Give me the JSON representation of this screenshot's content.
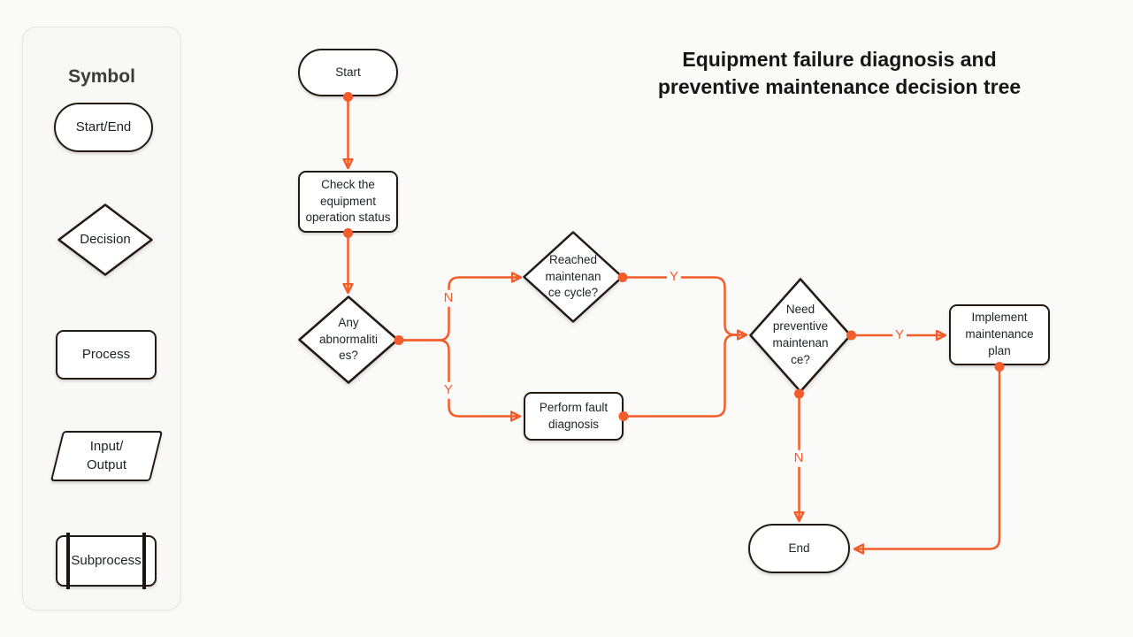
{
  "colors": {
    "accent_orange": "#f25d2b",
    "node_border": "#231a14",
    "node_fill": "#ffffff",
    "page_bg": "#fafaf9",
    "panel_bg": "#f8f8f7"
  },
  "sidebar": {
    "title": "Symbol",
    "items": [
      {
        "shape": "stadium",
        "label": "Start/End"
      },
      {
        "shape": "diamond",
        "label": "Decision"
      },
      {
        "shape": "rect",
        "label": "Process"
      },
      {
        "shape": "parallelogram",
        "label": "Input/\nOutput"
      },
      {
        "shape": "subprocess",
        "label": "Subprocess"
      }
    ]
  },
  "diagram": {
    "title": "Equipment failure diagnosis and\npreventive maintenance decision tree",
    "nodes": [
      {
        "id": "start",
        "type": "start-end",
        "label": "Start"
      },
      {
        "id": "check-status",
        "type": "process",
        "label": "Check the\nequipment\noperation status"
      },
      {
        "id": "any-abnormalities",
        "type": "decision",
        "label": "Any\nabnormaliti\nes?"
      },
      {
        "id": "reached-cycle",
        "type": "decision",
        "label": "Reached\nmaintenan\nce cycle?"
      },
      {
        "id": "perform-diagnosis",
        "type": "process",
        "label": "Perform fault\ndiagnosis"
      },
      {
        "id": "need-preventive",
        "type": "decision",
        "label": "Need\npreventive\nmaintenan\nce?"
      },
      {
        "id": "implement-plan",
        "type": "process",
        "label": "Implement\nmaintenance\nplan"
      },
      {
        "id": "end",
        "type": "start-end",
        "label": "End"
      }
    ],
    "edge_labels": [
      {
        "id": "any-no",
        "text": "N"
      },
      {
        "id": "any-yes",
        "text": "Y"
      },
      {
        "id": "reached-yes",
        "text": "Y"
      },
      {
        "id": "need-yes",
        "text": "Y"
      },
      {
        "id": "need-no",
        "text": "N"
      }
    ]
  }
}
